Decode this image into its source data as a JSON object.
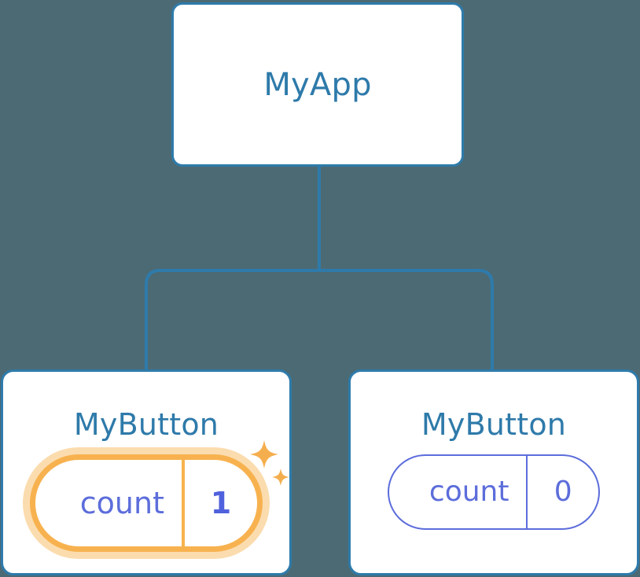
{
  "diagram": {
    "type": "component-tree",
    "background_color": "#4c6a74",
    "node_border_color": "#2e7bab",
    "node_title_color": "#2e7aaa",
    "connector_color": "#2e7bab",
    "state_color": "#5c6ddb",
    "highlight_color": "#f7b24f",
    "highlight_glow_color": "#fbdcae"
  },
  "root": {
    "title": "MyApp"
  },
  "children": [
    {
      "title": "MyButton",
      "state": {
        "key": "count",
        "value": "1"
      },
      "highlighted": true,
      "sparkle_large": "sparkle-icon",
      "sparkle_small": "sparkle-icon"
    },
    {
      "title": "MyButton",
      "state": {
        "key": "count",
        "value": "0"
      },
      "highlighted": false
    }
  ]
}
